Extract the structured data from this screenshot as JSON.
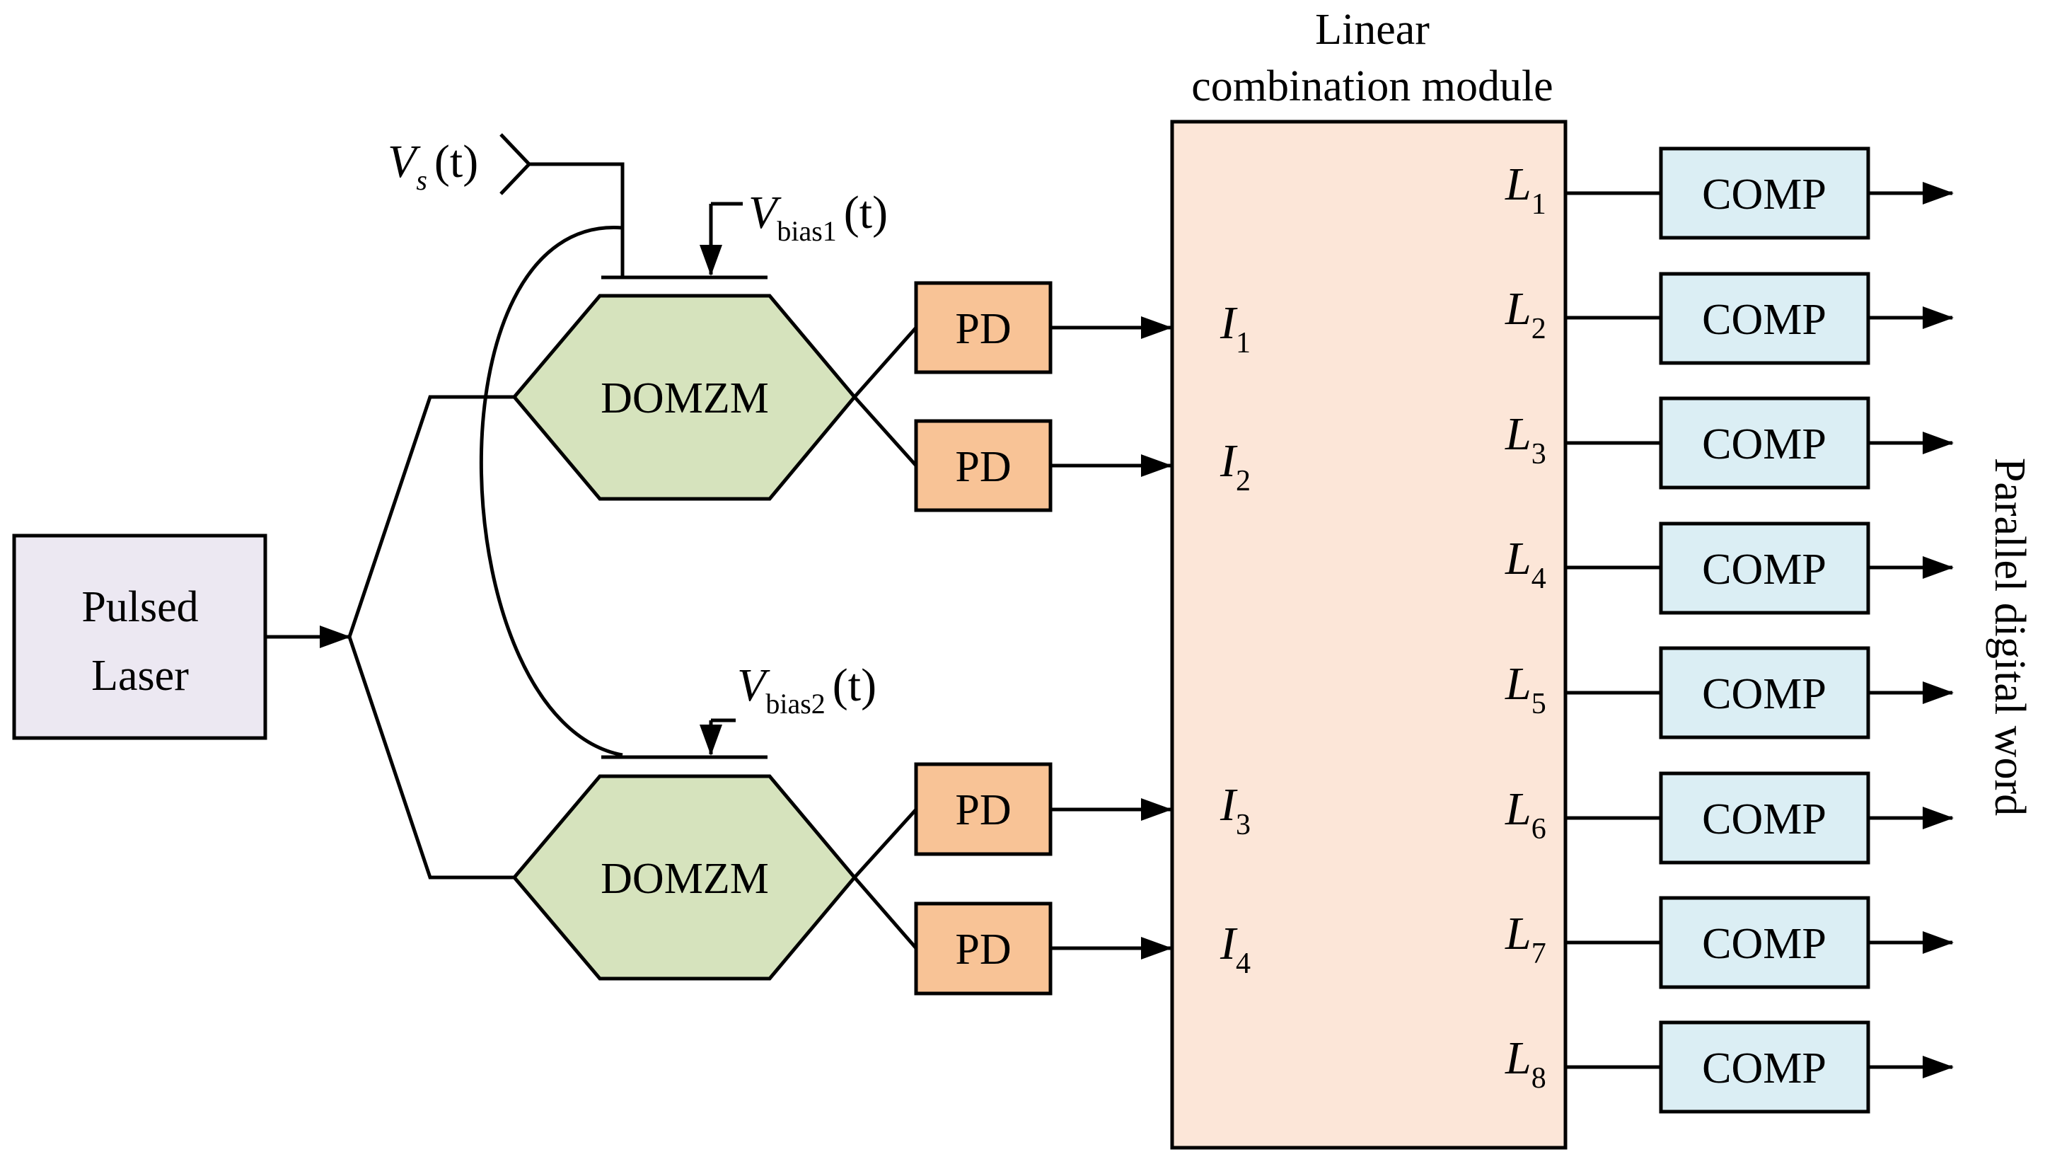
{
  "title": {
    "line1": "Linear",
    "line2": "combination module"
  },
  "laser": {
    "line1": "Pulsed",
    "line2": "Laser"
  },
  "signal": {
    "symbol": "V",
    "sub": "s",
    "arg": "(t)"
  },
  "modulators": [
    {
      "label": "DOMZM",
      "bias_symbol": "V",
      "bias_sub": "bias1",
      "bias_arg": "(t)"
    },
    {
      "label": "DOMZM",
      "bias_symbol": "V",
      "bias_sub": "bias2",
      "bias_arg": "(t)"
    }
  ],
  "photodetectors": [
    "PD",
    "PD",
    "PD",
    "PD"
  ],
  "inputs": [
    {
      "symbol": "I",
      "sub": "1"
    },
    {
      "symbol": "I",
      "sub": "2"
    },
    {
      "symbol": "I",
      "sub": "3"
    },
    {
      "symbol": "I",
      "sub": "4"
    }
  ],
  "outputs": [
    {
      "symbol": "L",
      "sub": "1"
    },
    {
      "symbol": "L",
      "sub": "2"
    },
    {
      "symbol": "L",
      "sub": "3"
    },
    {
      "symbol": "L",
      "sub": "4"
    },
    {
      "symbol": "L",
      "sub": "5"
    },
    {
      "symbol": "L",
      "sub": "6"
    },
    {
      "symbol": "L",
      "sub": "7"
    },
    {
      "symbol": "L",
      "sub": "8"
    }
  ],
  "comparators": [
    "COMP",
    "COMP",
    "COMP",
    "COMP",
    "COMP",
    "COMP",
    "COMP",
    "COMP"
  ],
  "side_label": "Parallel digital word",
  "colors": {
    "laser_fill": "#ECE8F2",
    "modulator_fill": "#D6E3BD",
    "pd_fill": "#F8C396",
    "module_fill": "#FCE6D8",
    "comp_fill": "#DBEEF4"
  }
}
